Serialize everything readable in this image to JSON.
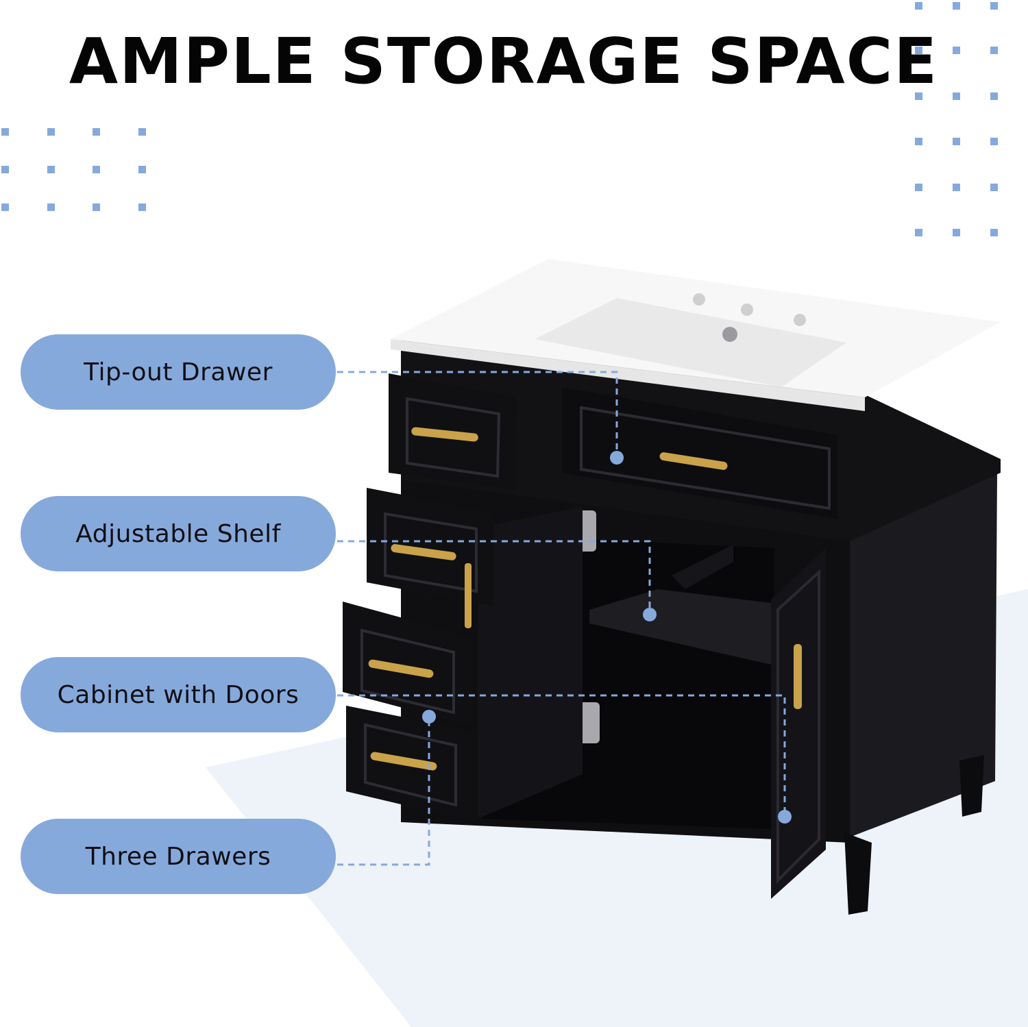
{
  "heading": "AMPLE STORAGE SPACE",
  "callouts": [
    {
      "label": "Tip-out Drawer"
    },
    {
      "label": "Adjustable Shelf"
    },
    {
      "label": "Cabinet with Doors"
    },
    {
      "label": "Three Drawers"
    }
  ],
  "colors": {
    "accent": "#86a9dc",
    "dots": "#86a9dc",
    "cabinet": "#111114",
    "sink": "#f4f4f4",
    "hardware_brass": "#c9a24a",
    "background_shade": "#eef2f9"
  }
}
